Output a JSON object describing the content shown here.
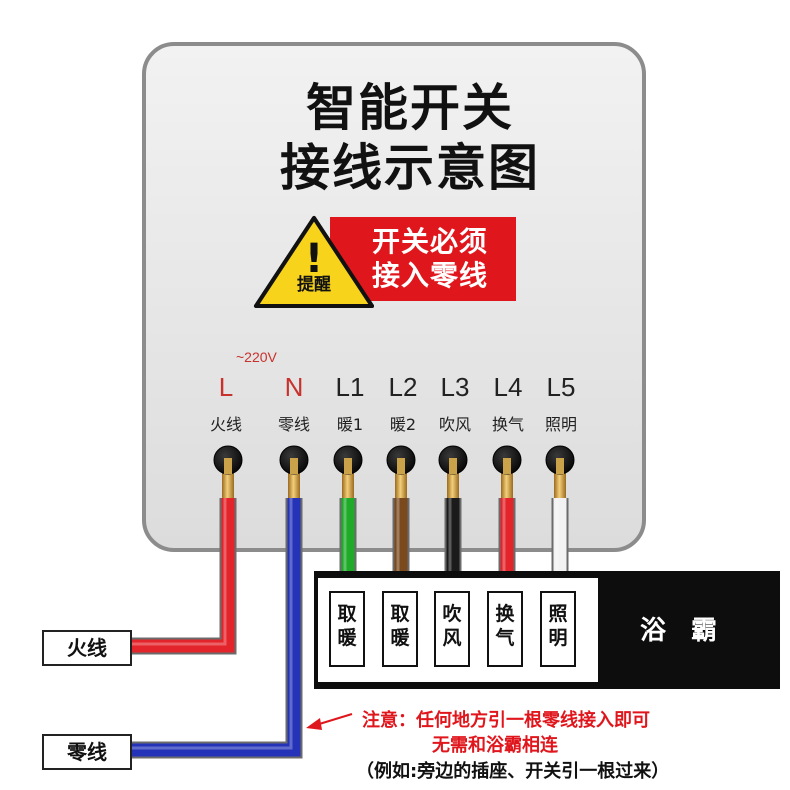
{
  "title": {
    "line1": "智能开关",
    "line2": "接线示意图"
  },
  "warning": {
    "icon": "warning-triangle-icon",
    "mark": "!",
    "label": "提醒",
    "banner_line1": "开关必须",
    "banner_line2": "接入零线"
  },
  "voltage": "~220V",
  "terminals": [
    {
      "letter": "L",
      "label": "火线",
      "wire_color": "#e3242b"
    },
    {
      "letter": "N",
      "label": "零线",
      "wire_color": "#2433b8"
    },
    {
      "letter": "L1",
      "label": "暖1",
      "wire_color": "#1faa2a"
    },
    {
      "letter": "L2",
      "label": "暖2",
      "wire_color": "#7a4a1e"
    },
    {
      "letter": "L3",
      "label": "吹风",
      "wire_color": "#1b1b1b"
    },
    {
      "letter": "L4",
      "label": "换气",
      "wire_color": "#e3242b"
    },
    {
      "letter": "L5",
      "label": "照明",
      "wire_color": "#f2f2f2"
    }
  ],
  "bath_heater": {
    "label": "浴 霸",
    "loads": [
      "取暖",
      "取暖",
      "吹风",
      "换气",
      "照明"
    ]
  },
  "side_labels": {
    "live": "火线",
    "neutral": "零线"
  },
  "note": {
    "line1": "注意：任何地方引一根零线接入即可",
    "line2": "无需和浴霸相连",
    "line3": "（例如:旁边的插座、开关引一根过来）"
  },
  "colors": {
    "accent_red": "#e0161d",
    "warning_yellow": "#f7d31c",
    "module_grey": "#e6e6e6"
  }
}
